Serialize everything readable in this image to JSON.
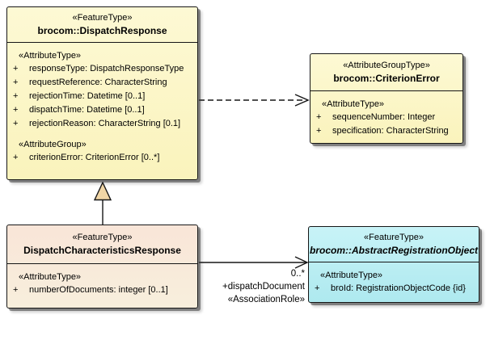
{
  "diagram_type": "uml-class-diagram",
  "colors": {
    "class_yellow": "#faf3bc",
    "class_pink": "#f8ead9",
    "class_cyan": "#aee9ef",
    "generalization_arrow_fill": "#f1d6a6",
    "border": "#161616",
    "background": "#ffffff"
  },
  "classes": {
    "dispatchResponse": {
      "stereotype": "«FeatureType»",
      "name": "brocom::DispatchResponse",
      "attrHeading": "«AttributeType»",
      "attrs": [
        {
          "vis": "+",
          "text": "responseType: DispatchResponseType"
        },
        {
          "vis": "+",
          "text": "requestReference: CharacterString"
        },
        {
          "vis": "+",
          "text": "rejectionTime: Datetime [0..1]"
        },
        {
          "vis": "+",
          "text": "dispatchTime: Datetime [0..1]"
        },
        {
          "vis": "+",
          "text": "rejectionReason: CharacterString [0.1]"
        }
      ],
      "groupHeading": "«AttributeGroup»",
      "groupAttrs": [
        {
          "vis": "+",
          "text": "criterionError: CriterionError [0..*]"
        }
      ]
    },
    "criterionError": {
      "stereotype": "«AttributeGroupType»",
      "name": "brocom::CriterionError",
      "attrHeading": "«AttributeType»",
      "attrs": [
        {
          "vis": "+",
          "text": "sequenceNumber: Integer"
        },
        {
          "vis": "+",
          "text": "specification: CharacterString"
        }
      ]
    },
    "dispatchCharacteristicsResponse": {
      "stereotype": "«FeatureType»",
      "name": "DispatchCharacteristicsResponse",
      "attrHeading": "«AttributeType»",
      "attrs": [
        {
          "vis": "+",
          "text": "numberOfDocuments: integer [0..1]"
        }
      ]
    },
    "abstractRegistrationObject": {
      "stereotype": "«FeatureType»",
      "name": "brocom::AbstractRegistrationObject",
      "attrHeading": "«AttributeType»",
      "attrs": [
        {
          "vis": "+",
          "text": "broId: RegistrationObjectCode {id}"
        }
      ]
    }
  },
  "association": {
    "multiplicity": "0..*",
    "role": "+dispatchDocument",
    "stereotype": "«AssociationRole»"
  }
}
